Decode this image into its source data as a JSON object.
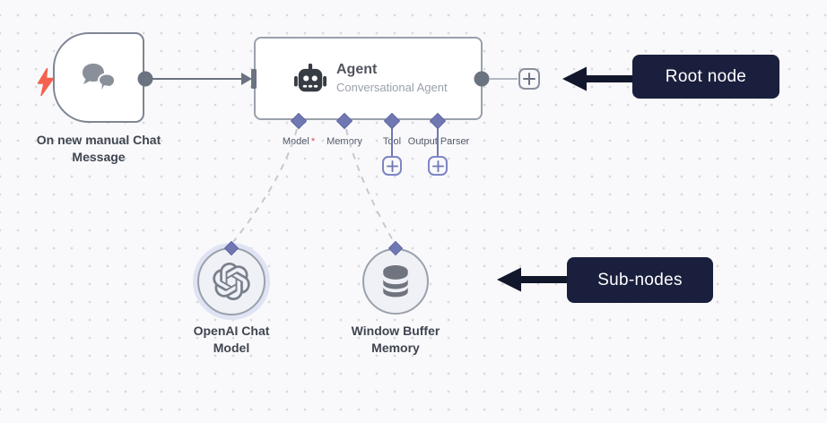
{
  "canvas": {
    "background": "#f9f9fb",
    "dot_color": "#d8d9de"
  },
  "trigger_node": {
    "label": "On new manual Chat Message",
    "icon": "chat-bubbles-icon",
    "badge_icon": "lightning-bolt-icon"
  },
  "agent_node": {
    "title": "Agent",
    "subtitle": "Conversational Agent",
    "icon": "robot-icon",
    "required_marker": "*",
    "ports": [
      {
        "label": "Model",
        "required": true
      },
      {
        "label": "Memory",
        "required": false
      },
      {
        "label": "Tool",
        "required": false,
        "has_add_button": true
      },
      {
        "label": "Output Parser",
        "required": false,
        "has_add_button": true
      }
    ]
  },
  "sub_nodes": [
    {
      "label": "OpenAI Chat Model",
      "icon": "openai-logo-icon",
      "highlighted": true
    },
    {
      "label": "Window Buffer Memory",
      "icon": "database-icon",
      "highlighted": false
    }
  ],
  "annotations": {
    "root": {
      "label": "Root node"
    },
    "sub": {
      "label": "Sub-nodes"
    }
  },
  "colors": {
    "connector_gray": "#6b7280",
    "connector_light": "#b3b8c0",
    "port_indigo": "#7078b4",
    "annotation_box": "#1a1f3d",
    "annotation_arrow": "#13172c",
    "trigger_bolt": "#f4614e",
    "required_red": "#e0504c",
    "node_border": "#9aa1ac",
    "halo": "#dfe3f4"
  }
}
